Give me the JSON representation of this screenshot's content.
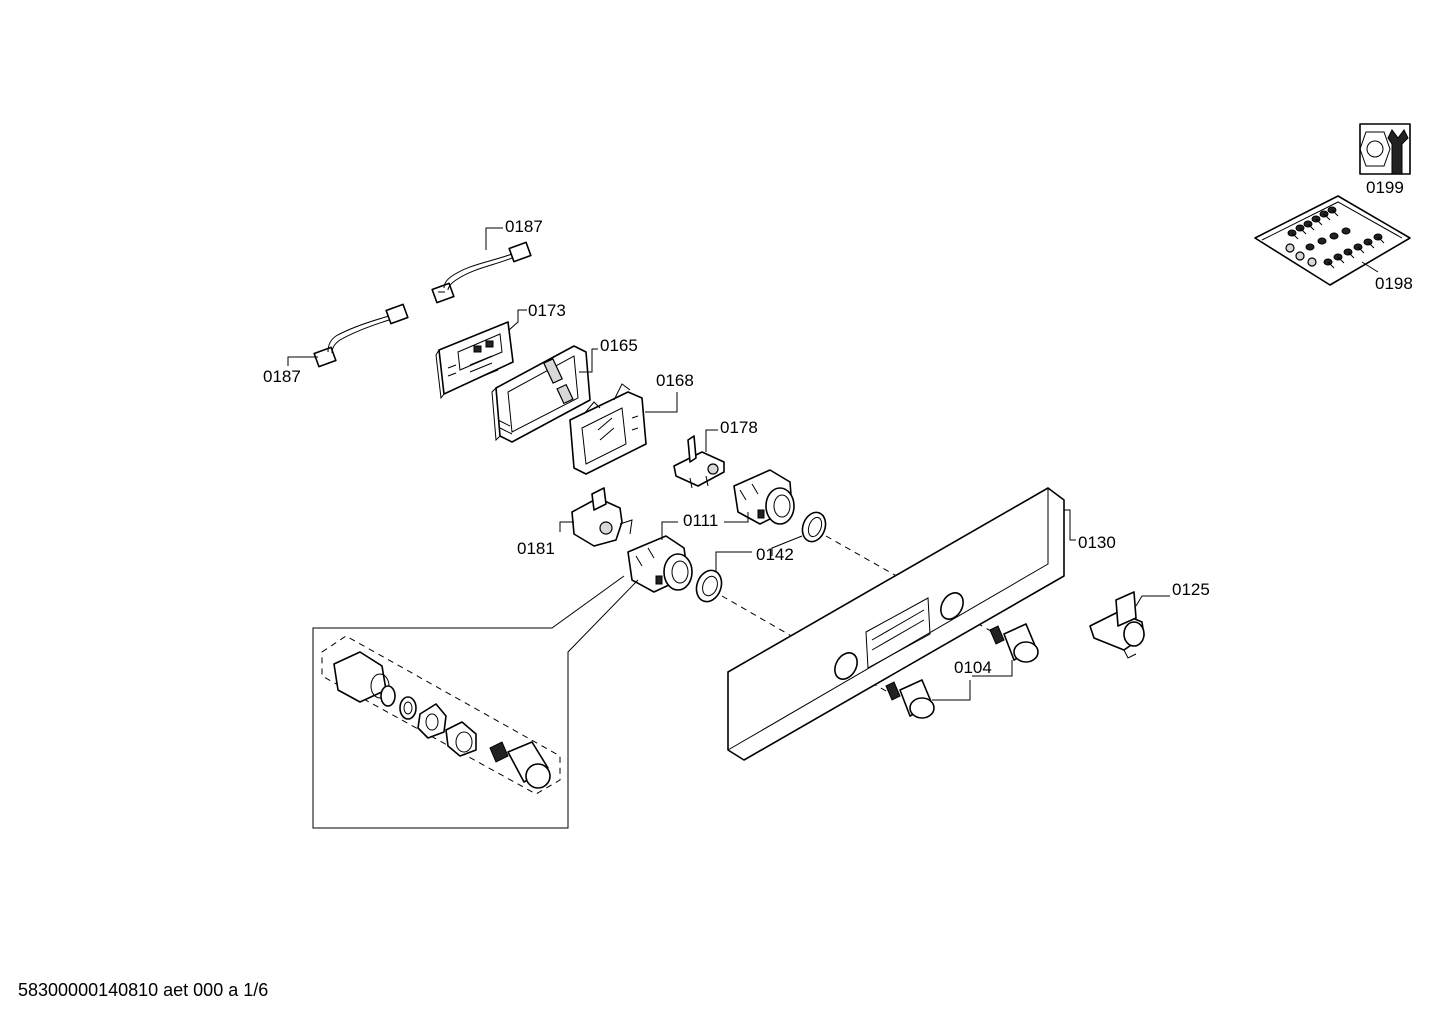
{
  "labels": {
    "p0199": "0199",
    "p0198": "0198",
    "p0187a": "0187",
    "p0187b": "0187",
    "p0173": "0173",
    "p0165": "0165",
    "p0168": "0168",
    "p0178": "0178",
    "p0111": "0111",
    "p0181": "0181",
    "p0142": "0142",
    "p0130": "0130",
    "p0125": "0125",
    "p0104": "0104"
  },
  "footer": "58300000140810 aet 000 a 1/6",
  "icons": {
    "service": "wrench-nut-icon"
  }
}
